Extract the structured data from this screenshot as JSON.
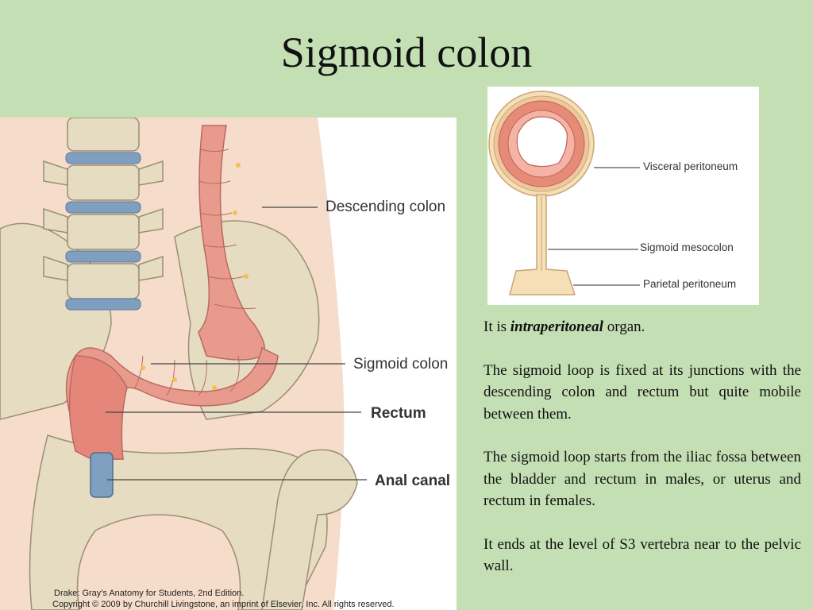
{
  "slide": {
    "title": "Sigmoid colon"
  },
  "figure_main": {
    "labels": {
      "descending_colon": "Descending colon",
      "sigmoid_colon": "Sigmoid colon",
      "rectum": "Rectum",
      "anal_canal": "Anal canal"
    },
    "credit_line1": "Drake: Gray's Anatomy for Students, 2nd Edition.",
    "credit_line2": "Copyright © 2009 by Churchill Livingstone, an imprint of Elsevier, Inc. All rights reserved."
  },
  "figure_cross_section": {
    "labels": {
      "visceral_peritoneum": "Visceral peritoneum",
      "sigmoid_mesocolon": "Sigmoid mesocolon",
      "parietal_peritoneum": "Parietal peritoneum"
    }
  },
  "body_text": {
    "p1_prefix": "It is ",
    "p1_emphasis": "intraperitoneal",
    "p1_suffix": " organ.",
    "p2": "The sigmoid loop is fixed at its junctions with the descending colon and rectum but quite mobile between them.",
    "p3": "The sigmoid loop starts from the iliac fossa between the bladder and rectum in males, or uterus and rectum in females.",
    "p4": "It ends at the level of S3 vertebra near to the pelvic wall."
  },
  "colors": {
    "background": "#c4dfb4",
    "colon": "#e89a8c",
    "bone": "#e6dcc2",
    "disc": "#7f9fc0"
  }
}
